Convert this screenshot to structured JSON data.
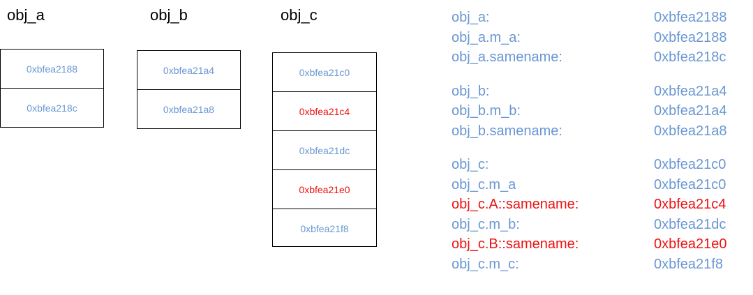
{
  "colors": {
    "normal": "#6a97d4",
    "highlight": "#ee1111",
    "text": "#000000"
  },
  "objects": [
    {
      "title": "obj_a",
      "cells": [
        {
          "value": "0xbfea2188",
          "highlight": false
        },
        {
          "value": "0xbfea218c",
          "highlight": false
        }
      ]
    },
    {
      "title": "obj_b",
      "cells": [
        {
          "value": "0xbfea21a4",
          "highlight": false
        },
        {
          "value": "0xbfea21a8",
          "highlight": false
        }
      ]
    },
    {
      "title": "obj_c",
      "cells": [
        {
          "value": "0xbfea21c0",
          "highlight": false
        },
        {
          "value": "0xbfea21c4",
          "highlight": true
        },
        {
          "value": "0xbfea21dc",
          "highlight": false
        },
        {
          "value": "0xbfea21e0",
          "highlight": true
        },
        {
          "value": "0xbfea21f8",
          "highlight": false
        }
      ]
    }
  ],
  "address_table": [
    [
      {
        "name": "obj_a:",
        "addr": "0xbfea2188",
        "highlight": false
      },
      {
        "name": "obj_a.m_a:",
        "addr": "0xbfea2188",
        "highlight": false
      },
      {
        "name": "obj_a.samename:",
        "addr": "0xbfea218c",
        "highlight": false
      }
    ],
    [
      {
        "name": "obj_b:",
        "addr": "0xbfea21a4",
        "highlight": false
      },
      {
        "name": "obj_b.m_b:",
        "addr": "0xbfea21a4",
        "highlight": false
      },
      {
        "name": "obj_b.samename:",
        "addr": "0xbfea21a8",
        "highlight": false
      }
    ],
    [
      {
        "name": "obj_c:",
        "addr": "0xbfea21c0",
        "highlight": false
      },
      {
        "name": "obj_c.m_a",
        "addr": "0xbfea21c0",
        "highlight": false
      },
      {
        "name": "obj_c.A::samename:",
        "addr": "0xbfea21c4",
        "highlight": true
      },
      {
        "name": "obj_c.m_b:",
        "addr": "0xbfea21dc",
        "highlight": false
      },
      {
        "name": "obj_c.B::samename:",
        "addr": "0xbfea21e0",
        "highlight": true
      },
      {
        "name": "obj_c.m_c:",
        "addr": "0xbfea21f8",
        "highlight": false
      }
    ]
  ]
}
